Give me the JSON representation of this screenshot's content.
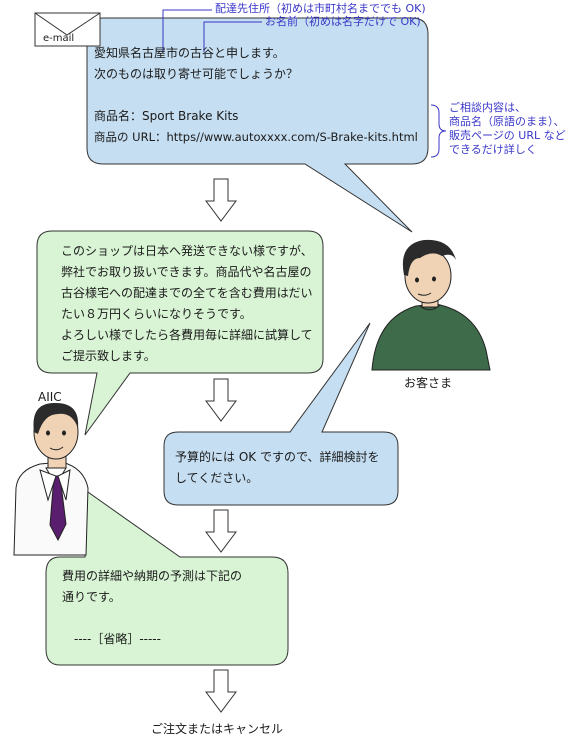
{
  "email_icon": {
    "label": "e-mail",
    "icon": "envelope-icon"
  },
  "annotations": {
    "address": "配達先住所（初めは市町村名まででも OK)",
    "name": "お名前（初めは名字だけで OK)",
    "consult": [
      "ご相談内容は、",
      "商品名（原語のまま）、",
      "販売ページの URL など",
      "できるだけ詳しく"
    ]
  },
  "bubbles": {
    "customer_email": {
      "lines": [
        "愛知県名古屋市の古谷と申します。",
        "次のものは取り寄せ可能でしょうか？",
        "",
        "商品名：Sport Brake Kits",
        "商品の URL：https//www.autoxxxx.com/S-Brake-kits.html"
      ]
    },
    "aiic_reply": {
      "lines": [
        "このショップは日本へ発送できない様ですが、",
        "弊社でお取り扱いできます。商品代や名古屋の",
        "古谷様宅への配達までの全てを含む費用はだい",
        "たい８万円くらいになりそうです。",
        "よろしい様でしたら各費用毎に詳細に試算して",
        "ご提示致します。"
      ]
    },
    "customer_reply": {
      "lines": [
        "予算的には OK ですので、詳細検討を",
        "してください。"
      ]
    },
    "aiic_estimate": {
      "lines": [
        "費用の詳細や納期の予測は下記の",
        "通りです。",
        "",
        "　----［省略］-----"
      ]
    }
  },
  "people": {
    "customer": {
      "label": "お客さま",
      "icon": "customer-person-icon"
    },
    "aiic": {
      "label": "AIIC",
      "icon": "aiic-staff-person-icon"
    }
  },
  "final_step": "ご注文またはキャンセル",
  "colors": {
    "blue_bubble": "#c5def2",
    "green_bubble": "#d8f4d4",
    "annotation_text": "#3a37c8",
    "customer_sweater": "#3e6b4a",
    "aiic_tie": "#5a1e6e",
    "hair": "#2b2b2b",
    "skin": "#f0d2b4"
  }
}
